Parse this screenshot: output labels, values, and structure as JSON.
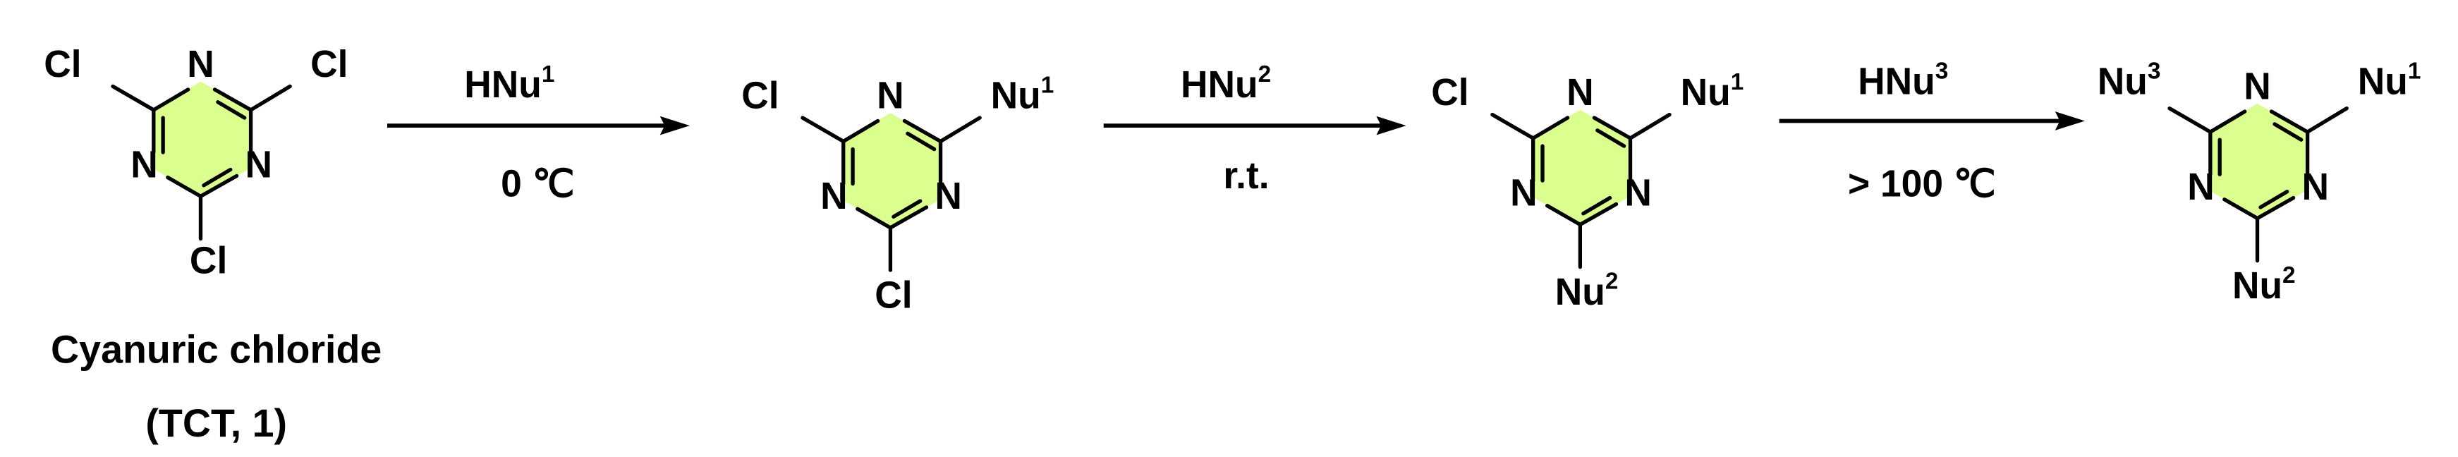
{
  "colors": {
    "ring_fill": "#DAFF8F",
    "ink": "#000000",
    "background": "#FFFFFF"
  },
  "molecules": [
    {
      "id": "tct",
      "atoms": {
        "top": "N",
        "left_n": "N",
        "right_n": "N",
        "sub_top_left": "Cl",
        "sub_top_right": "Cl",
        "sub_bottom": "Cl",
        "sup_top_left": "",
        "sup_top_right": "",
        "sup_bottom": ""
      },
      "caption_line1": "Cyanuric chloride",
      "caption_line2": "(TCT, 1)"
    },
    {
      "id": "mono",
      "atoms": {
        "top": "N",
        "left_n": "N",
        "right_n": "N",
        "sub_top_left": "Cl",
        "sub_top_right": "Nu",
        "sub_bottom": "Cl",
        "sup_top_left": "",
        "sup_top_right": "1",
        "sup_bottom": ""
      }
    },
    {
      "id": "di",
      "atoms": {
        "top": "N",
        "left_n": "N",
        "right_n": "N",
        "sub_top_left": "Cl",
        "sub_top_right": "Nu",
        "sub_bottom": "Nu",
        "sup_top_left": "",
        "sup_top_right": "1",
        "sup_bottom": "2"
      }
    },
    {
      "id": "tri",
      "atoms": {
        "top": "N",
        "left_n": "N",
        "right_n": "N",
        "sub_top_left": "Nu",
        "sub_top_right": "Nu",
        "sub_bottom": "Nu",
        "sup_top_left": "3",
        "sup_top_right": "1",
        "sup_bottom": "2"
      }
    }
  ],
  "steps": [
    {
      "reagent": "HNu",
      "reagent_sup": "1",
      "condition": "0 ℃"
    },
    {
      "reagent": "HNu",
      "reagent_sup": "2",
      "condition": "r.t."
    },
    {
      "reagent": "HNu",
      "reagent_sup": "3",
      "condition": "> 100 ℃"
    }
  ]
}
